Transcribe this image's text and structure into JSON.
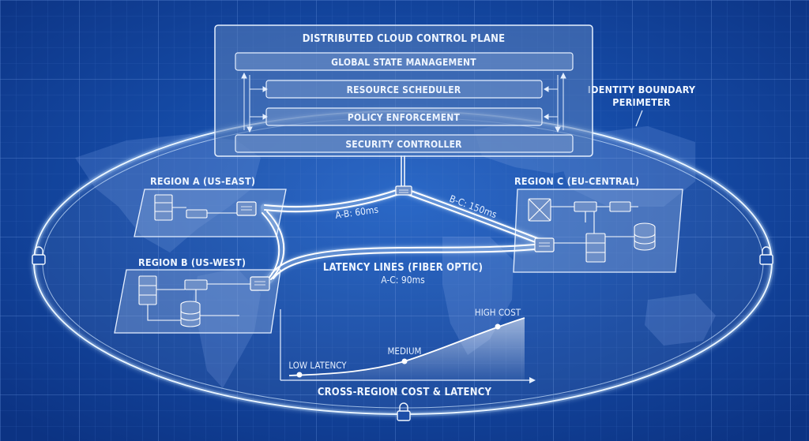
{
  "control_plane": {
    "title": "DISTRIBUTED CLOUD CONTROL PLANE",
    "layers": [
      "GLOBAL STATE MANAGEMENT",
      "RESOURCE SCHEDULER",
      "POLICY ENFORCEMENT",
      "SECURITY CONTROLLER"
    ]
  },
  "identity_boundary": {
    "line1": "IDENTITY BOUNDARY",
    "line2": "PERIMETER"
  },
  "regions": {
    "a": {
      "label": "REGION A (US-EAST)"
    },
    "b": {
      "label": "REGION B (US-WEST)"
    },
    "c": {
      "label": "REGION C (EU-CENTRAL)"
    }
  },
  "links": {
    "ab": "A-B: 60ms",
    "bc": "B-C: 150ms",
    "ac": "A-C: 90ms",
    "legend": "LATENCY LINES (FIBER OPTIC)"
  },
  "cost_chart": {
    "title": "CROSS-REGION COST & LATENCY",
    "points": [
      "LOW LATENCY",
      "MEDIUM",
      "HIGH COST"
    ]
  },
  "colors": {
    "background": "#0f3f9a",
    "line": "#e8f2ff",
    "panel": "#4a6fae"
  }
}
